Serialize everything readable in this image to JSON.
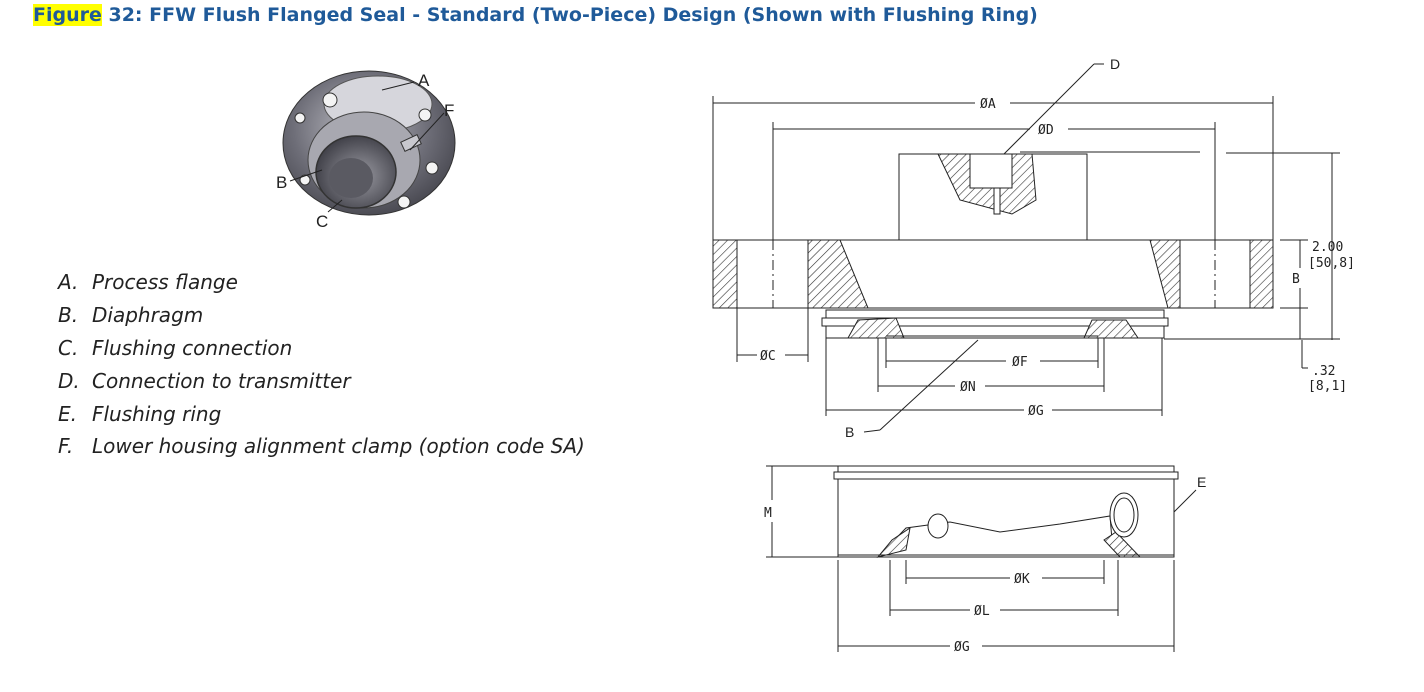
{
  "title": {
    "figure_word": "Figure",
    "rest": " 32: FFW Flush Flanged Seal - Standard (Two-Piece) Design (Shown with Flushing Ring)"
  },
  "legend": [
    {
      "key": "A.",
      "text": "Process flange"
    },
    {
      "key": "B.",
      "text": "Diaphragm"
    },
    {
      "key": "C.",
      "text": "Flushing connection"
    },
    {
      "key": "D.",
      "text": "Connection to transmitter"
    },
    {
      "key": "E.",
      "text": "Flushing ring"
    },
    {
      "key": "F.",
      "text": "Lower housing alignment clamp (option code SA)"
    }
  ],
  "photo_callouts": {
    "a": "A",
    "f": "F",
    "b": "B",
    "c": "C"
  },
  "top_view": {
    "d": "D",
    "dia_a": "ØA",
    "dia_d": "ØD",
    "dia_c": "ØC",
    "dia_f": "ØF",
    "dia_n": "ØN",
    "dia_g": "ØG",
    "b_callout": "B",
    "b_dim": "B",
    "height_in": "2.00",
    "height_mm": "[50,8]",
    "ring_in": ".32",
    "ring_mm": "[8,1]"
  },
  "ring_view": {
    "e": "E",
    "m": "M",
    "dia_k": "ØK",
    "dia_l": "ØL",
    "dia_g": "ØG"
  },
  "colors": {
    "title": "#1f5a99",
    "highlight": "#ffff00",
    "line": "#222222"
  }
}
